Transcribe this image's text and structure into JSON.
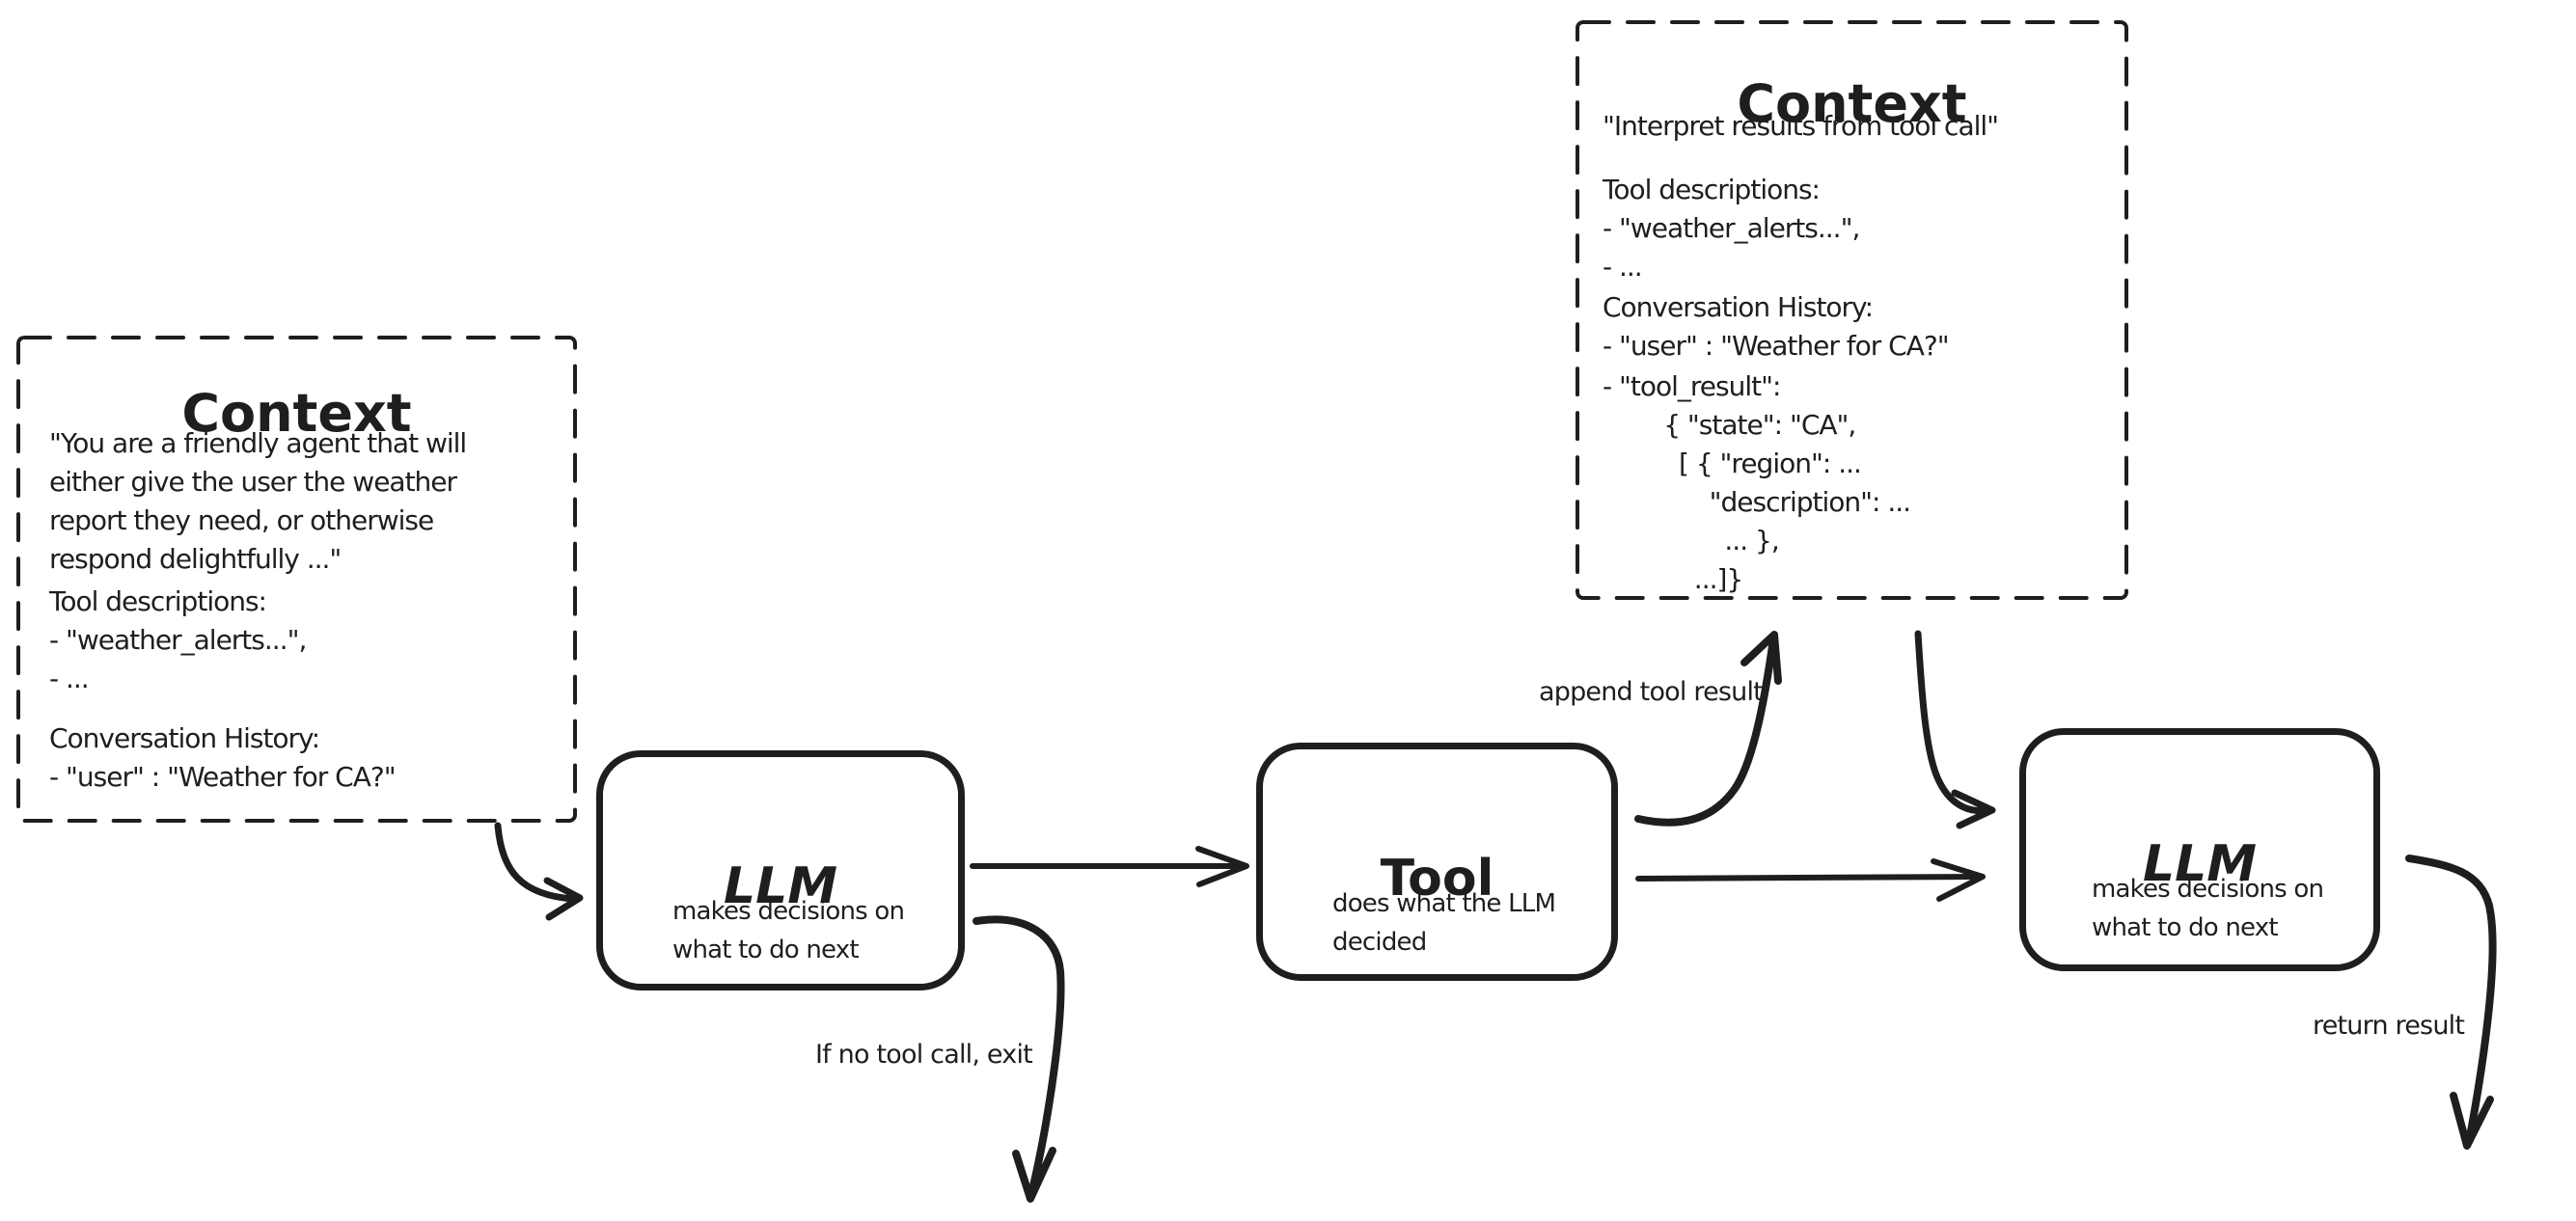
{
  "page": {
    "background_color": "#ffffff",
    "ink_color": "#1e1e1e"
  },
  "context_initial": {
    "title": "Context",
    "prompt_lines": [
      "\"You are a friendly agent that will",
      "either give the user the weather",
      "report they need, or otherwise",
      "respond delightfully ...\""
    ],
    "tools_lines": [
      "Tool descriptions:",
      "- \"weather_alerts...\",",
      "- ..."
    ],
    "history_lines": [
      "Conversation History:",
      "- \"user\" : \"Weather for CA?\""
    ]
  },
  "context_tool_result": {
    "title": "Context",
    "intro": "\"Interpret results from tool call\"",
    "tools_lines": [
      "Tool descriptions:",
      "- \"weather_alerts...\",",
      "- ..."
    ],
    "history_lines": [
      "Conversation History:",
      "- \"user\" : \"Weather for CA?\""
    ],
    "tool_result_lines": [
      "- \"tool_result\":",
      "        { \"state\": \"CA\",",
      "          [ { \"region\": ...",
      "              \"description\": ...",
      "                ... },",
      "            ...]}"
    ]
  },
  "llm_first": {
    "title": "LLM",
    "subtitle_lines": [
      "makes decisions on",
      "what to do next"
    ]
  },
  "tool_node": {
    "title": "Tool",
    "subtitle_lines": [
      "does what the LLM",
      "decided"
    ]
  },
  "llm_second": {
    "title": "LLM",
    "subtitle_lines": [
      "makes decisions on",
      "what to do next"
    ]
  },
  "edge_labels": {
    "append_tool_result": "append tool result",
    "no_tool_call_exit": "If no tool call, exit",
    "return_result": "return result"
  }
}
